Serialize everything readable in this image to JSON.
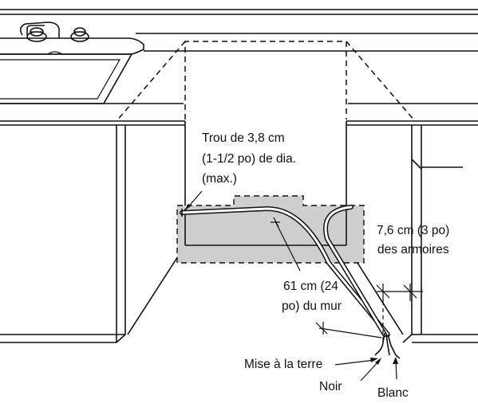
{
  "labels": {
    "hole_line1": "Trou de 3,8 cm",
    "hole_line2": "(1-1/2 po) de dia.",
    "hole_line3": "(max.)",
    "cabinet_line1": "7,6 cm (3 po)",
    "cabinet_line2": "des armoires",
    "wall_line1": "61 cm (24",
    "wall_line2": "po) du mur",
    "ground": "Mise à la terre",
    "black": "Noir",
    "white": "Blanc"
  },
  "colors": {
    "line": "#111111",
    "shaded_zone": "#cfcfcf",
    "background": "#ffffff"
  }
}
